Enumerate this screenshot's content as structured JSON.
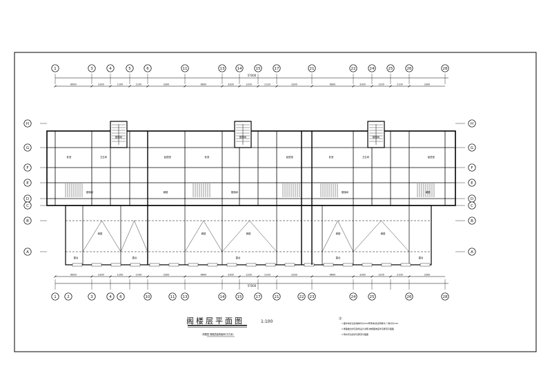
{
  "drawing": {
    "title": "阁楼层平面图",
    "scale": "1:100",
    "legend_note": "阁楼层    阁楼层建筑面积(平方米)",
    "notes_heading": "注:",
    "notes": [
      "1.图中未标注的墙体均为240厚砖墙,除注明者外,门垛均为120",
      "2.屋面做法详见建筑设计说明,坡屋面坡度详见屋顶平面图",
      "3.雨水管位置详见屋顶平面图"
    ],
    "total_dimension": "57000"
  },
  "grid": {
    "top": [
      "1",
      "3",
      "4",
      "5",
      "6",
      "11",
      "13",
      "14",
      "15",
      "17",
      "21",
      "22",
      "24",
      "25",
      "26",
      "28"
    ],
    "bottom": [
      "1",
      "2",
      "3",
      "4",
      "6",
      "10",
      "11",
      "13",
      "14",
      "15",
      "17",
      "21",
      "22",
      "23",
      "24",
      "25",
      "26",
      "28"
    ],
    "left": [
      "H",
      "G",
      "F",
      "E",
      "D",
      "C",
      "B",
      "A"
    ],
    "right": [
      "H",
      "G",
      "F",
      "E",
      "D",
      "C",
      "B",
      "A"
    ]
  },
  "dims_top": [
    "6600",
    "3300",
    "1200",
    "2100",
    "3300",
    "6600",
    "3300",
    "1200",
    "2100",
    "3300",
    "6600",
    "3300",
    "1200",
    "2100",
    "3300"
  ],
  "dims_bottom": [
    "6600",
    "3300",
    "1200",
    "2100",
    "3300",
    "6600",
    "3300",
    "1200",
    "2100",
    "3300",
    "6600",
    "3300",
    "1200",
    "2100",
    "3300"
  ],
  "rooms": {
    "bedroom": "卧室",
    "living": "起居室",
    "attic": "阁楼",
    "stair": "楼梯间",
    "terrace": "露台",
    "toilet": "卫生间"
  }
}
